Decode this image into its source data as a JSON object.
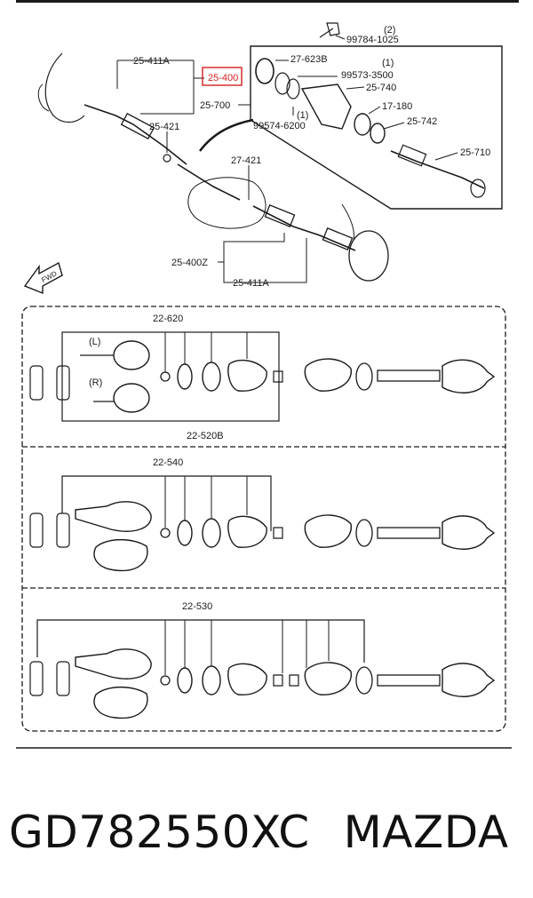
{
  "top_view": {
    "labels": [
      "25-411A",
      "25-400",
      "25-421",
      "25-700",
      "27-421",
      "25-400Z",
      "25-411A"
    ],
    "highlighted_label": "25-400",
    "fwd": "FWD",
    "inset_labels": [
      "99784-1025",
      "(2)",
      "27-623B",
      "(1)",
      "99573-3500",
      "25-740",
      "(1)",
      "17-180",
      "99574-6200",
      "25-742",
      "25-710"
    ]
  },
  "panels": [
    {
      "label": "22-620",
      "sublabel": "22-520B",
      "side_labels": [
        "(L)",
        "(R)"
      ]
    },
    {
      "label": "22-540"
    },
    {
      "label": "22-530"
    }
  ],
  "caption": {
    "part_number": "GD782550XC",
    "brand": "MAZDA"
  },
  "colors": {
    "ink": "#1a1a1a",
    "highlight": "#d21f1f"
  }
}
